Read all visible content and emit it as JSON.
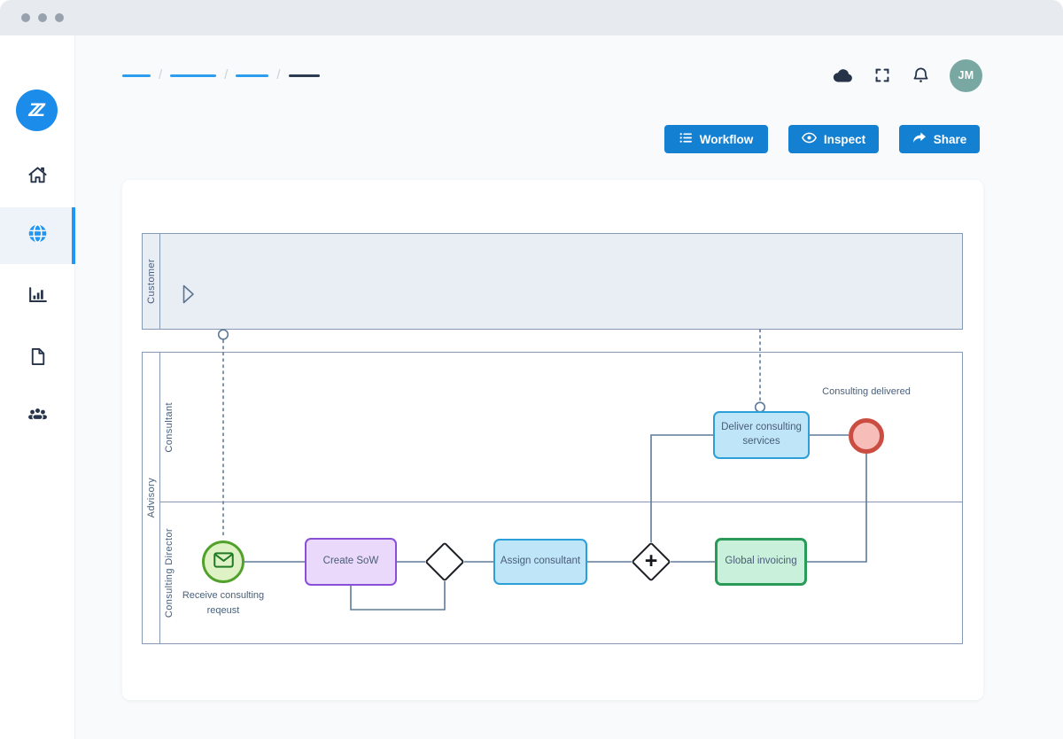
{
  "brand": {
    "logo_text": "ZZ"
  },
  "titlebar": {
    "control_dots": 3
  },
  "sidebar": {
    "items": [
      {
        "icon": "home-icon",
        "active": false
      },
      {
        "icon": "globe-icon",
        "active": true
      },
      {
        "icon": "bar-chart-icon",
        "active": false
      },
      {
        "icon": "document-icon",
        "active": false
      },
      {
        "icon": "users-icon",
        "active": false
      }
    ]
  },
  "header": {
    "breadcrumb_placeholder_segments": 4,
    "icons": [
      "cloud-icon",
      "fullscreen-icon",
      "bell-icon"
    ],
    "avatar_initials": "JM"
  },
  "toolbar": {
    "workflow_label": "Workflow",
    "inspect_label": "Inspect",
    "share_label": "Share"
  },
  "diagram": {
    "pools": [
      {
        "label": "Customer",
        "collapsed": true
      },
      {
        "label": "Advisory",
        "lanes": [
          {
            "label": "Consultant"
          },
          {
            "label": "Consulting Director"
          }
        ]
      }
    ],
    "nodes": {
      "start_event_label": "Receive consulting reqeust",
      "task_create_sow": "Create SoW",
      "task_assign_consultant": "Assign consultant",
      "task_global_invoicing": "Global invoicing",
      "task_deliver_services": "Deliver consulting services",
      "end_event_label": "Consulting delivered",
      "parallel_gateway_marker": "+"
    }
  },
  "colors": {
    "accent_blue": "#1480d2",
    "breadcrumb_blue": "#2f9ded",
    "nav_active_blue": "#2196f3",
    "logo_blue": "#1b8ce9",
    "avatar_teal": "#79a8a2",
    "pool_border": "#8599b3",
    "pool_fill": "#e9edf4",
    "flow_line": "#5d7b99",
    "task_purple_fill": "#ead9fb",
    "task_purple_border": "#8a4fd8",
    "task_blue_fill": "#bfe5f8",
    "task_blue_border": "#2d9fd8",
    "task_green_fill": "#c9f0da",
    "task_green_border": "#2a9a58",
    "start_event_fill": "#def2c5",
    "start_event_border": "#52a12c",
    "end_event_fill": "#f7bdb8",
    "end_event_border": "#cb4d42",
    "icon_dark": "#263349"
  }
}
